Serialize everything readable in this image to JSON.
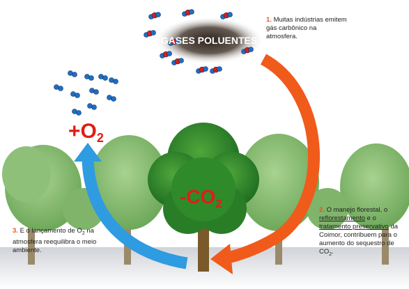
{
  "labels": {
    "gases": "GASES POLUENTES",
    "o2_plus": "+O",
    "o2_sub": "2",
    "co2_minus": "-CO",
    "co2_sub": "2"
  },
  "captions": {
    "c1": {
      "num": "1.",
      "text": "Muitas indústrias emitem gás carbônico na atmosfera."
    },
    "c2": {
      "num": "2.",
      "t1": "O manejo florestal,",
      "t2": "o",
      "l1": "reflorestamento",
      "t3": "e o",
      "l2": "tratamento preservativo",
      "t4": "da Coimor, contribuem para o aumento do sequestro de CO",
      "sub": "2",
      "end": "."
    },
    "c3": {
      "num": "3.",
      "t1": "E o lançamento de O",
      "sub": "2",
      "t2": "na atmosfera reequilibra o meio ambiente."
    }
  },
  "colors": {
    "orange_arrow": "#f05a1a",
    "blue_arrow": "#2f9be0",
    "red_text": "#e01e14",
    "tree_dark": "#2f8a2a",
    "tree_light": "#8fc07a",
    "trunk": "#7a5a2a",
    "smoke": "#3a2f28",
    "molecule_red": "#d3201c",
    "molecule_blue": "#1e6fc4"
  }
}
